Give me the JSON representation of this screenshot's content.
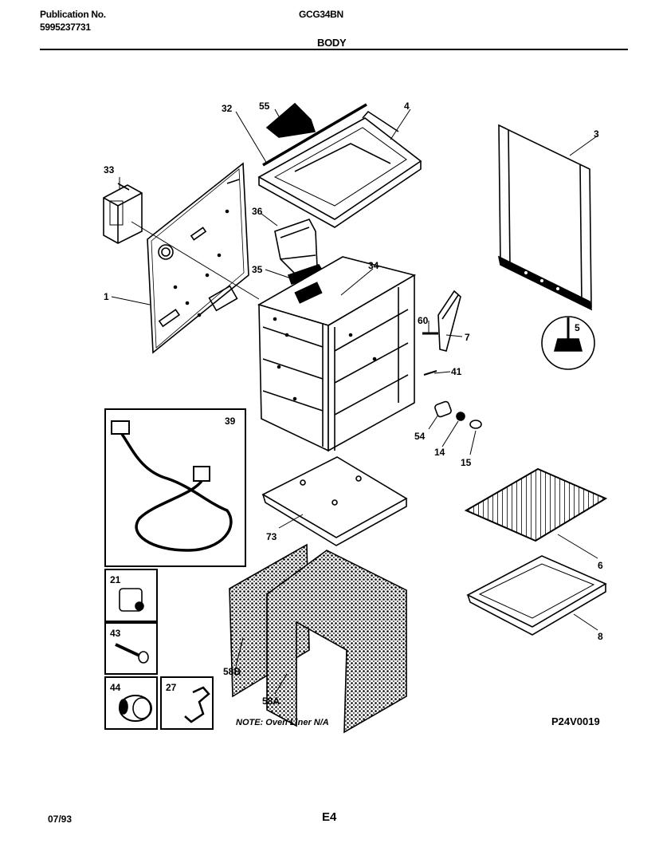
{
  "header": {
    "publication_label": "Publication No.",
    "publication_number": "5995237731",
    "model": "GCG34BN",
    "section": "BODY"
  },
  "callouts": {
    "c1": "1",
    "c3": "3",
    "c4": "4",
    "c5": "5",
    "c6": "6",
    "c7": "7",
    "c8": "8",
    "c14": "14",
    "c15": "15",
    "c21": "21",
    "c27": "27",
    "c32": "32",
    "c33": "33",
    "c34": "34",
    "c35": "35",
    "c36": "36",
    "c39": "39",
    "c41": "41",
    "c43": "43",
    "c44": "44",
    "c54": "54",
    "c55": "55",
    "c58a": "58A",
    "c58b": "58B",
    "c60": "60",
    "c73": "73"
  },
  "note": "NOTE: Oven Liner N/A",
  "diagram_code": "P24V0019",
  "footer": {
    "date": "07/93",
    "page": "E4"
  }
}
